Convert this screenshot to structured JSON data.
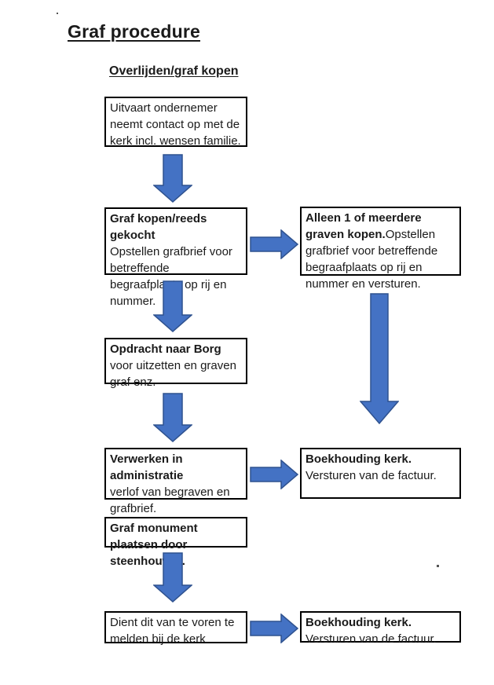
{
  "title": "Graf procedure",
  "subtitle": "Overlijden/graf kopen",
  "colors": {
    "arrow_fill": "#4472C4",
    "arrow_stroke": "#2F528F",
    "box_border": "#000000",
    "text_color": "#1a1a1a"
  },
  "flowchart": {
    "left_column": [
      {
        "bold": "",
        "text": "Uitvaart ondernemer neemt contact op met de kerk incl. wensen familie."
      },
      {
        "bold": "Graf kopen/reeds gekocht",
        "text": "Opstellen grafbrief voor betreffende begraafplaats op rij en nummer."
      },
      {
        "bold": "Opdracht naar Borg",
        "text": " voor uitzetten en graven graf enz."
      },
      {
        "bold": "Verwerken in administratie",
        "text": "verlof van begraven en grafbrief."
      },
      {
        "bold": "Graf monument plaatsen door steenhouwer.",
        "text": ""
      },
      {
        "bold": "",
        "text": "Dient dit van te voren te melden bij de kerk"
      }
    ],
    "right_column": [
      {
        "bold": "Alleen 1 of meerdere graven kopen.",
        "text": "Opstellen grafbrief voor betreffende begraafplaats op rij en nummer en versturen."
      },
      {
        "bold": "Boekhouding kerk.",
        "text": "Versturen van de factuur."
      },
      {
        "bold": "Boekhouding kerk.",
        "text": "Versturen van de factuur."
      }
    ]
  }
}
